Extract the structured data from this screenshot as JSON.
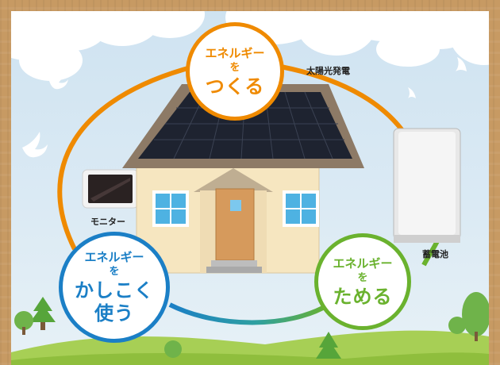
{
  "title": "",
  "labels": {
    "solar": "太陽光発電",
    "monitor": "モニター",
    "battery": "蓄電池"
  },
  "create": {
    "line1": "エネルギー",
    "line2": "を",
    "line3": "つくる",
    "color": "#ef8a00"
  },
  "store": {
    "line1": "エネルギー",
    "line2": "を",
    "line3": "ためる",
    "color": "#6ab22e"
  },
  "use": {
    "line1": "エネルギー",
    "line2": "を",
    "line3": "かしこく",
    "line4": "使う",
    "color": "#1b7fc6"
  }
}
